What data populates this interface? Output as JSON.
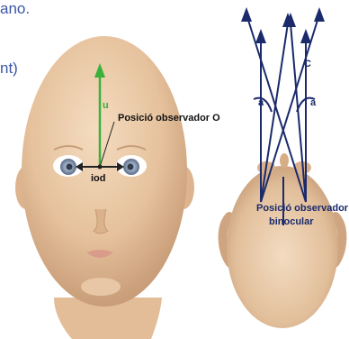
{
  "fragments": {
    "line1": "ano.",
    "line2": "nt)"
  },
  "left_figure": {
    "axis_label": "u",
    "observer_label": "Posició observador O",
    "iod_label": "iod"
  },
  "right_figure": {
    "convergence_label": "C",
    "angle_left_label": "a",
    "angle_right_label": "a",
    "observer_label_line1": "Posició observador",
    "observer_label_line2": "binocular"
  },
  "colors": {
    "fragment_text": "#3a56a8",
    "skin": "#e8c9a6",
    "green_arrow": "#3bb03b",
    "navy_arrow": "#1a2a6b",
    "label_dark": "#111111",
    "label_navy": "#1a2a6b"
  }
}
